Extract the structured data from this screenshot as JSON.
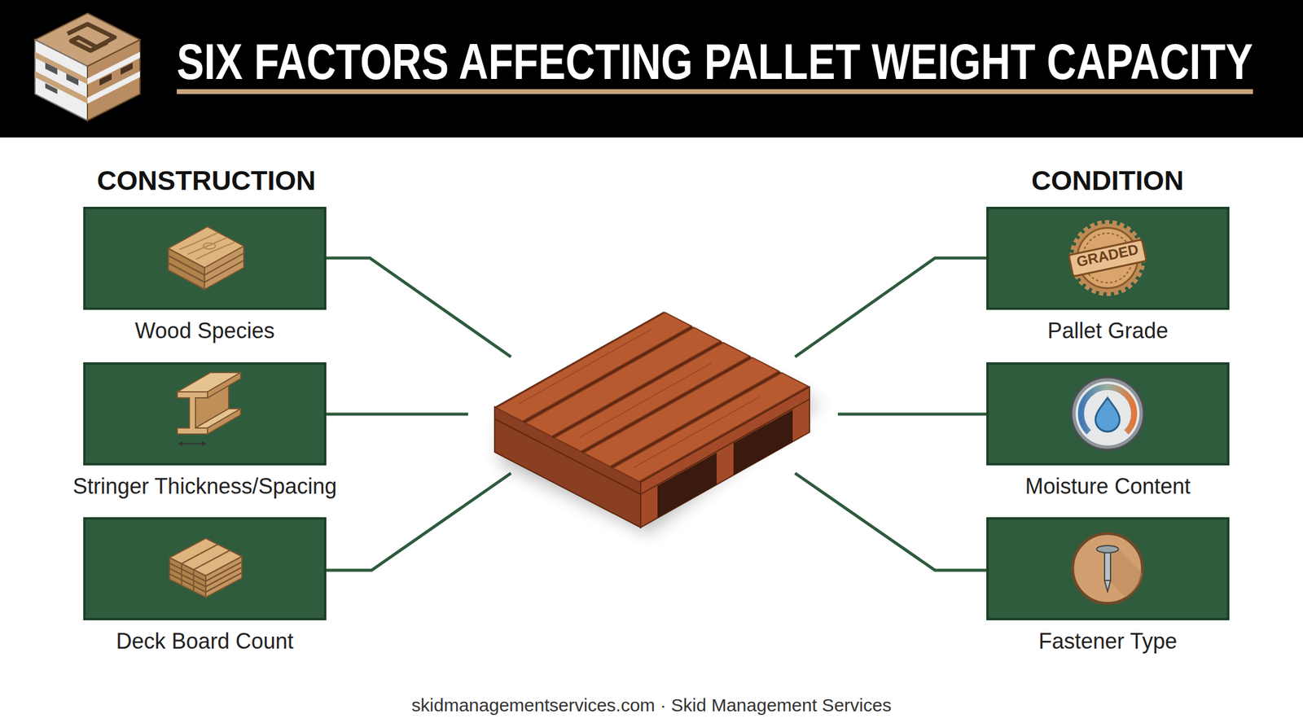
{
  "diagram": {
    "title": "SIX FACTORS AFFECTING PALLET WEIGHT CAPACITY",
    "caption": "skidmanagementservices.com · Skid Management Services",
    "nodes": [
      {
        "text": [
          "Wood Species"
        ]
      },
      {
        "text": [
          "Stringer Thickness/Spacing"
        ]
      },
      {
        "text": [
          "Deck Board Count"
        ]
      },
      {
        "text": [
          "Pallet Grade"
        ]
      },
      {
        "text": [
          "Moisture Content"
        ]
      },
      {
        "text": [
          "Fastener Type"
        ]
      }
    ],
    "labels": [
      "CONSTRUCTION",
      "CONDITION",
      "GRADED"
    ]
  }
}
